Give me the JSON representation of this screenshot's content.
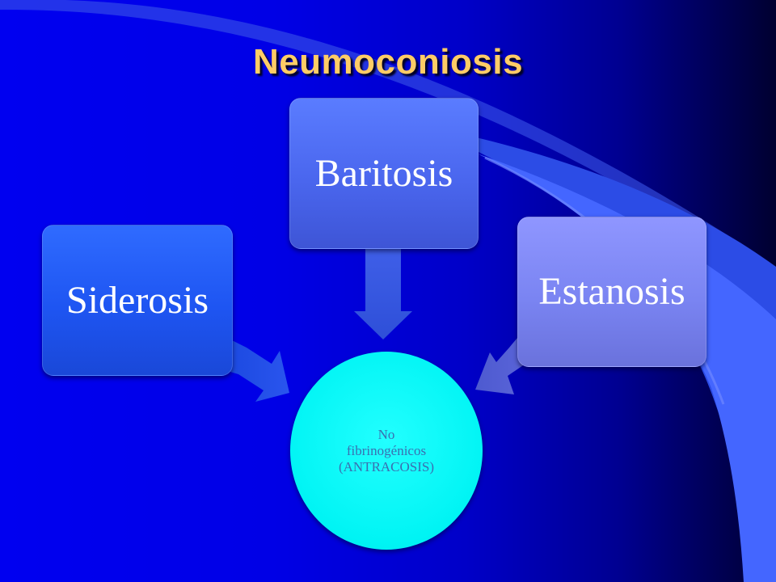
{
  "slide": {
    "title": "Neumoconiosis"
  },
  "diagram": {
    "center": {
      "line1": "No",
      "line2": "fibrinogénicos",
      "line3": "(ANTRACOSIS)"
    },
    "nodes": [
      {
        "label": "Siderosis"
      },
      {
        "label": "Baritosis"
      },
      {
        "label": "Estanosis"
      }
    ]
  },
  "colors": {
    "background": "#0000e6",
    "title": "#ffcc66",
    "center_fill": "#00f4f4",
    "center_text": "#3a6fb0",
    "node_siderosis": "#1e55f2",
    "node_baritosis": "#4a66ee",
    "node_estanosis": "#7a84f2"
  }
}
